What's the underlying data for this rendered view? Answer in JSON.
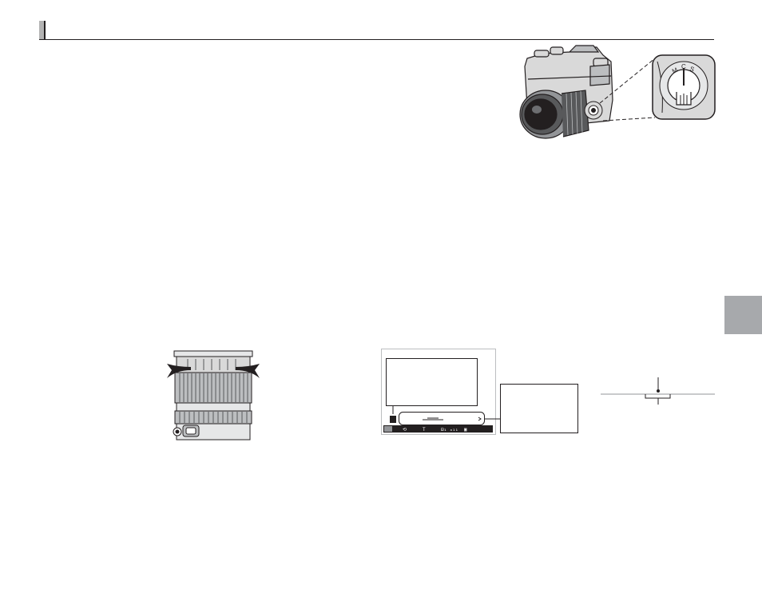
{
  "page": {
    "section_header": "",
    "side_tab_label": ""
  },
  "camera_illustration": {
    "focus_selector": {
      "positions": [
        "M",
        "C",
        "S"
      ]
    }
  },
  "display_illustration": {
    "status_bar_glyphs": [
      "⟲",
      "T",
      "⊟₁ ₐ₁₁",
      "▣"
    ]
  },
  "colors": {
    "ink": "#231f20",
    "tab_gray": "#a7a9ac",
    "light_gray": "#d9d9d9"
  }
}
